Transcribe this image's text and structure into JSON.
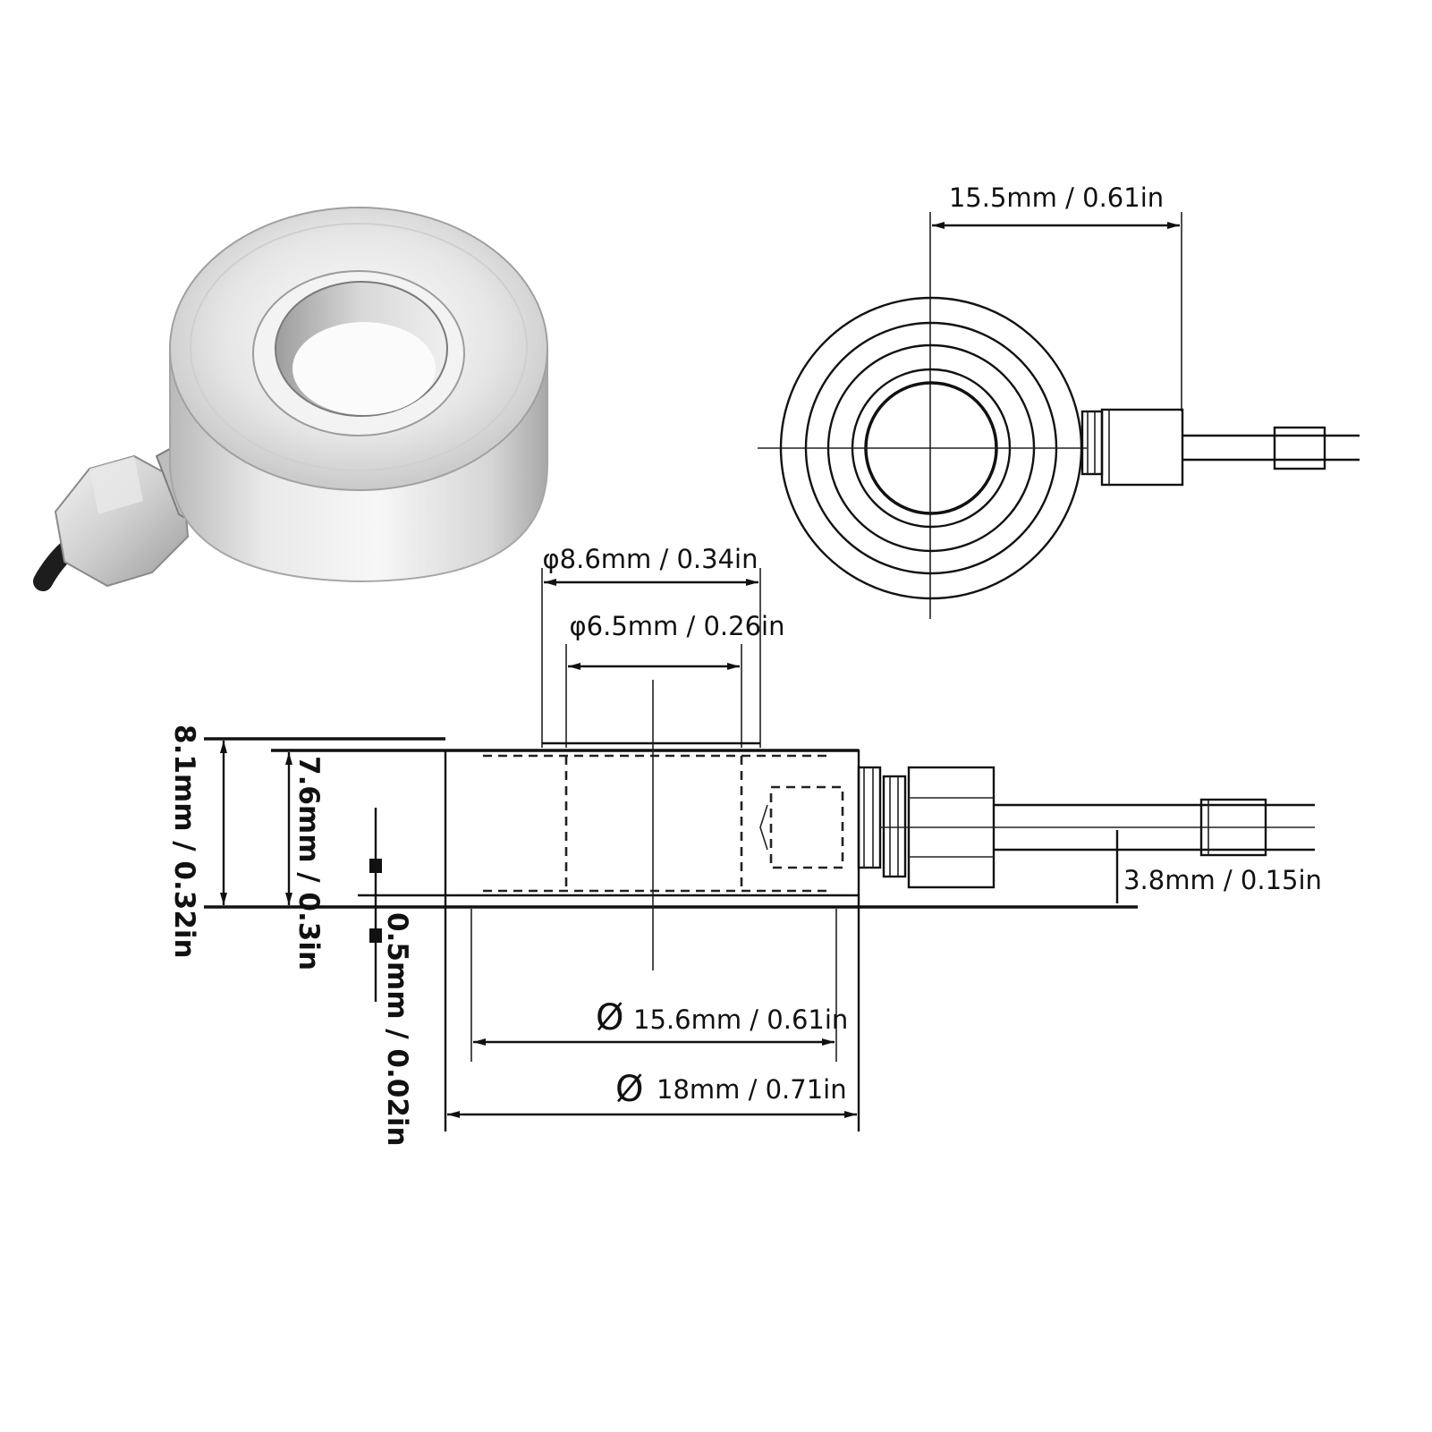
{
  "top_view": {
    "width_label": "15.5mm / 0.61in"
  },
  "side_view": {
    "outer_hole_label": "φ8.6mm / 0.34in",
    "inner_hole_label": "φ6.5mm / 0.26in",
    "total_height_label": "8.1mm / 0.32in",
    "body_height_label": "7.6mm / 0.3in",
    "step_label": "0.5mm / 0.02in",
    "cable_height_label": "3.8mm / 0.15in",
    "base_diameter_symbol": "Ø",
    "base_diameter_label": "15.6mm / 0.61in",
    "outer_diameter_symbol": "Ø",
    "outer_diameter_label": "18mm / 0.71in"
  },
  "colors": {
    "line": "#111111",
    "metal_light": "#f2f2f2",
    "metal_mid": "#c9c9c9",
    "metal_dark": "#8a8a8a",
    "cable": "#222222"
  }
}
